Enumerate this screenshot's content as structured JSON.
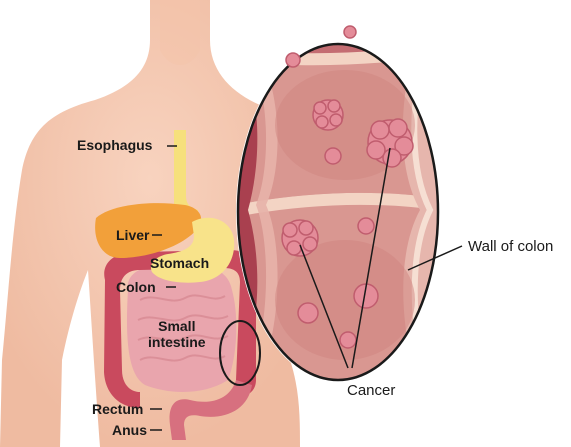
{
  "diagram": {
    "labels": {
      "esophagus": "Esophagus",
      "liver": "Liver",
      "stomach": "Stomach",
      "colon": "Colon",
      "small_intestine": "Small\nintestine",
      "rectum": "Rectum",
      "anus": "Anus",
      "wall_of_colon": "Wall of colon",
      "cancer": "Cancer"
    },
    "colors": {
      "skin": "#f6c9b2",
      "skin_shadow": "#eeb79c",
      "esophagus": "#f6e07c",
      "liver": "#f2a03a",
      "stomach": "#f8e38a",
      "colon": "#c94a5e",
      "small_intestine": "#e9a5ad",
      "colon_wall": "#c98a86",
      "tumor": "#e08a97",
      "pointer": "#1a1a1a"
    }
  }
}
